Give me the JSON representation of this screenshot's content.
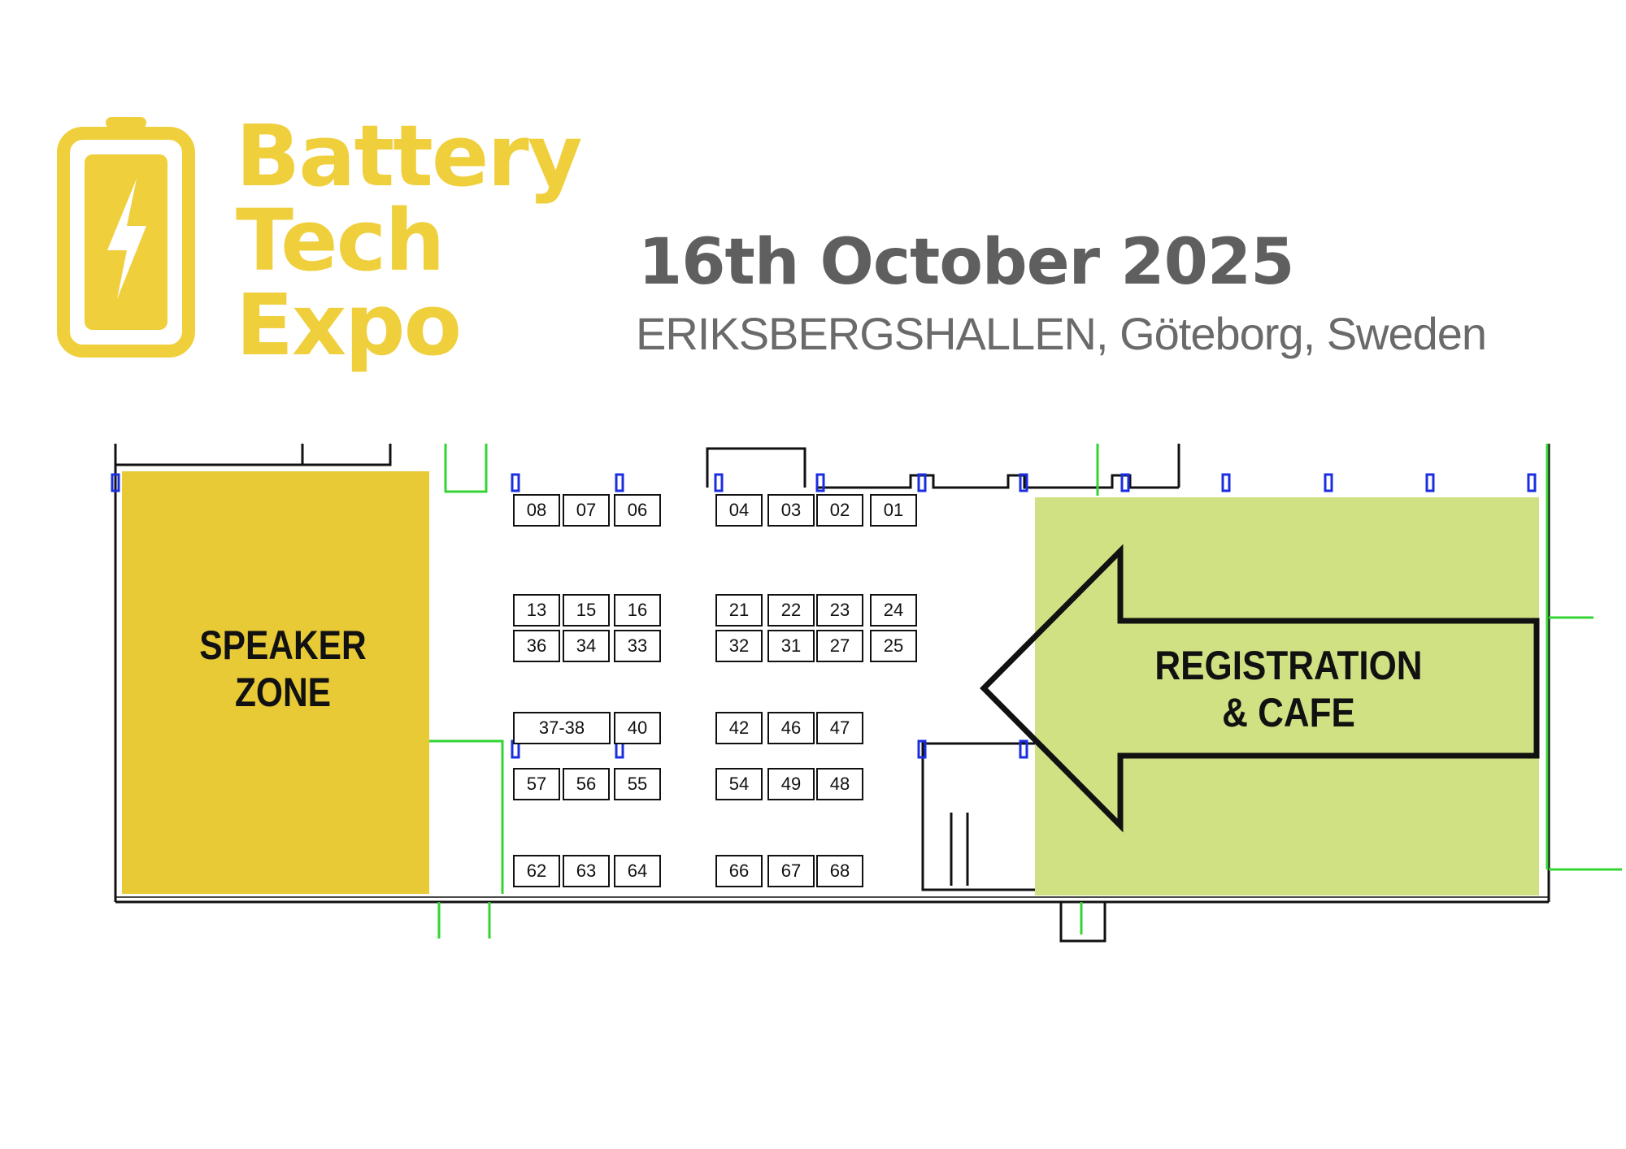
{
  "header": {
    "logo": {
      "icon": "battery-bolt-icon",
      "color": "#f0cf3c",
      "words": [
        "Battery",
        "Tech",
        "Expo"
      ]
    },
    "date": "16th October 2025",
    "venue": "ERIKSBERGSHALLEN, Göteborg, Sweden"
  },
  "floorplan": {
    "zones": {
      "speaker": {
        "label": "SPEAKER\nZONE",
        "color": "#e8c936"
      },
      "registration": {
        "label": "REGISTRATION\n& CAFE",
        "color": "#d0e183"
      }
    },
    "booths": [
      "08",
      "07",
      "06",
      "04",
      "03",
      "02",
      "01",
      "13",
      "15",
      "16",
      "21",
      "22",
      "23",
      "24",
      "36",
      "34",
      "33",
      "32",
      "31",
      "27",
      "25",
      "37-38",
      "40",
      "42",
      "46",
      "47",
      "57",
      "56",
      "55",
      "54",
      "49",
      "48",
      "62",
      "63",
      "64",
      "66",
      "67",
      "68"
    ]
  }
}
